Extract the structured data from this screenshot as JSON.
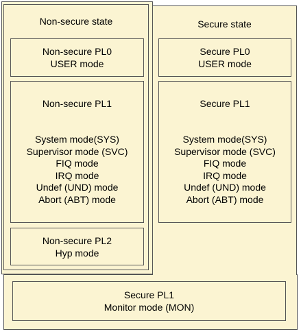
{
  "nonsecure": {
    "title": "Non-secure state",
    "pl0": {
      "line1": "Non-secure PL0",
      "line2": "USER mode"
    },
    "pl1": {
      "title": "Non-secure PL1",
      "modes": [
        "System mode(SYS)",
        "Supervisor mode (SVC)",
        "FIQ mode",
        "IRQ mode",
        "Undef (UND) mode",
        "Abort (ABT) mode"
      ]
    },
    "pl2": {
      "line1": "Non-secure PL2",
      "line2": "Hyp mode"
    }
  },
  "secure": {
    "title": "Secure state",
    "pl0": {
      "line1": "Secure PL0",
      "line2": "USER mode"
    },
    "pl1": {
      "title": "Secure PL1",
      "modes": [
        "System mode(SYS)",
        "Supervisor mode (SVC)",
        "FIQ mode",
        "IRQ mode",
        "Undef (UND) mode",
        "Abort (ABT) mode"
      ]
    },
    "monitor": {
      "line1": "Secure PL1",
      "line2": "Monitor mode (MON)"
    }
  }
}
